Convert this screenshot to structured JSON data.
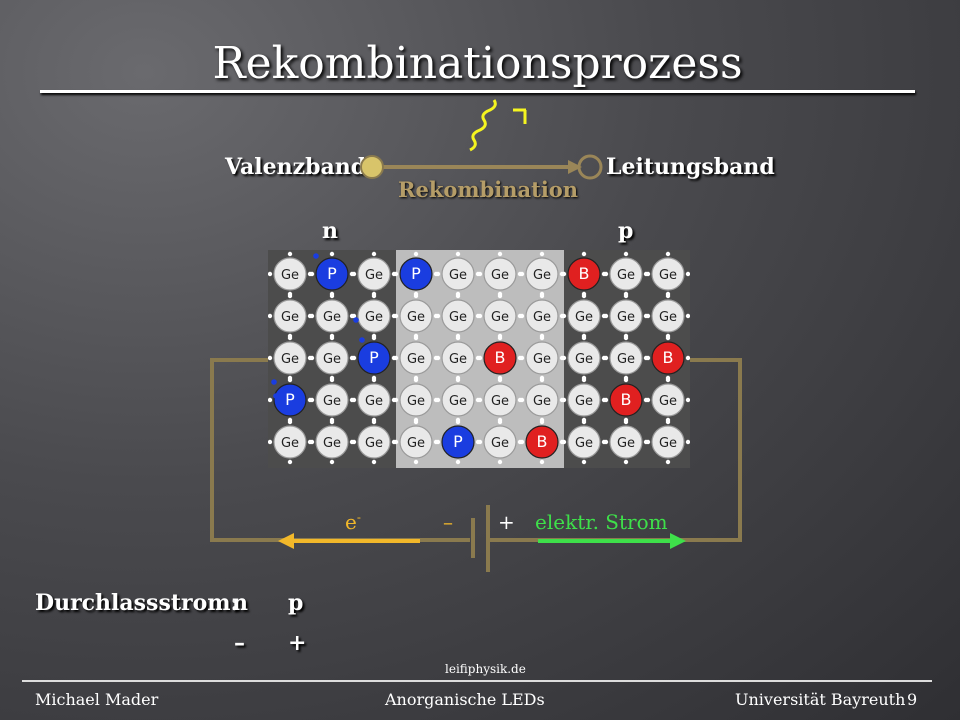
{
  "title": "Rekombinationsprozess",
  "bands": {
    "valence": "Valenzband",
    "conduction": "Leitungsband",
    "recombination": "Rekombination"
  },
  "regions": {
    "n": "n",
    "p": "p"
  },
  "lattice": {
    "rows": [
      [
        "Ge",
        "P",
        "Ge",
        "P",
        "Ge",
        "Ge",
        "Ge",
        "B",
        "Ge",
        "Ge"
      ],
      [
        "Ge",
        "Ge",
        "Ge",
        "Ge",
        "Ge",
        "Ge",
        "Ge",
        "Ge",
        "Ge",
        "Ge"
      ],
      [
        "Ge",
        "Ge",
        "P",
        "Ge",
        "Ge",
        "B",
        "Ge",
        "Ge",
        "Ge",
        "B"
      ],
      [
        "P",
        "Ge",
        "Ge",
        "Ge",
        "Ge",
        "Ge",
        "Ge",
        "Ge",
        "B",
        "Ge"
      ],
      [
        "Ge",
        "Ge",
        "Ge",
        "Ge",
        "P",
        "Ge",
        "B",
        "Ge",
        "Ge",
        "Ge"
      ]
    ],
    "colors": {
      "Ge": "#e9e9e9",
      "P": "#1a3de0",
      "B": "#e02020",
      "nbg": "#4c4c4c",
      "mid": "#bdbdbd",
      "pbg": "#4c4c4c"
    }
  },
  "circuit": {
    "electron": "e",
    "electron_sup": "-",
    "minus": "–",
    "plus": "+",
    "current": "elektr. Strom",
    "electron_color": "#f2b82a",
    "current_color": "#3ee04a",
    "wire_color": "#8a7a4e"
  },
  "forward": {
    "label": "Durchlassstrom:",
    "n": "n",
    "p": "p",
    "minus": "–",
    "plus": "+"
  },
  "credit": "leifiphysik.de",
  "footer": {
    "author": "Michael Mader",
    "topic": "Anorganische LEDs",
    "university": "Universität Bayreuth",
    "page": "9"
  }
}
